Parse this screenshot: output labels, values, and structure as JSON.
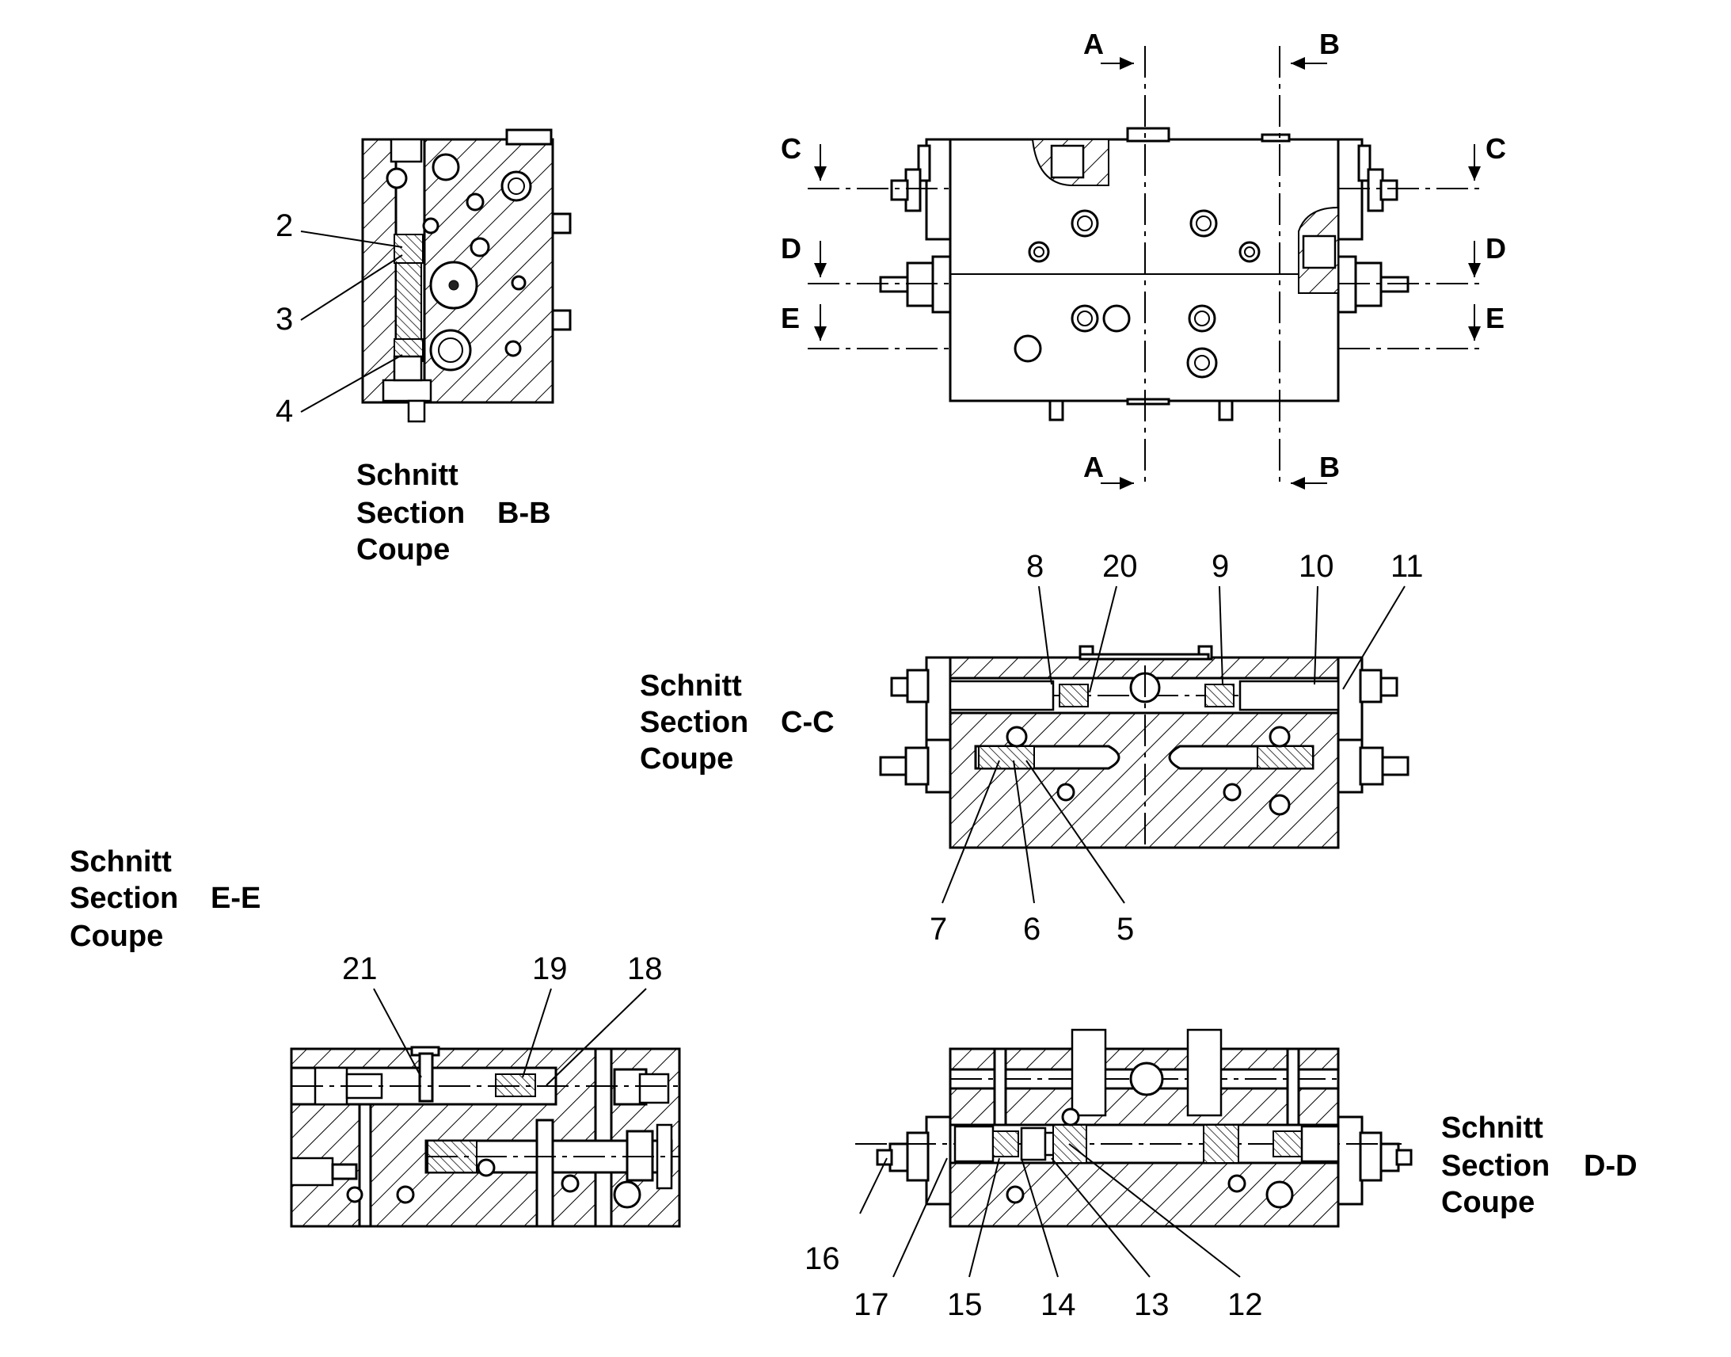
{
  "sections": {
    "bb": {
      "line1": "Schnitt",
      "line2": "Section",
      "line3": "Coupe",
      "id": "B-B"
    },
    "cc": {
      "line1": "Schnitt",
      "line2": "Section",
      "line3": "Coupe",
      "id": "C-C"
    },
    "ee": {
      "line1": "Schnitt",
      "line2": "Section",
      "line3": "Coupe",
      "id": "E-E"
    },
    "dd": {
      "line1": "Schnitt",
      "line2": "Section",
      "line3": "Coupe",
      "id": "D-D"
    }
  },
  "cut_labels": {
    "a_top": "A",
    "b_top": "B",
    "a_bottom": "A",
    "b_bottom": "B",
    "c_left": "C",
    "c_right": "C",
    "d_left": "D",
    "d_right": "D",
    "e_left": "E",
    "e_right": "E"
  },
  "part_numbers": {
    "p2": "2",
    "p3": "3",
    "p4": "4",
    "p5": "5",
    "p6": "6",
    "p7": "7",
    "p8": "8",
    "p9": "9",
    "p10": "10",
    "p11": "11",
    "p12": "12",
    "p13": "13",
    "p14": "14",
    "p15": "15",
    "p16": "16",
    "p17": "17",
    "p18": "18",
    "p19": "19",
    "p20": "20",
    "p21": "21"
  }
}
